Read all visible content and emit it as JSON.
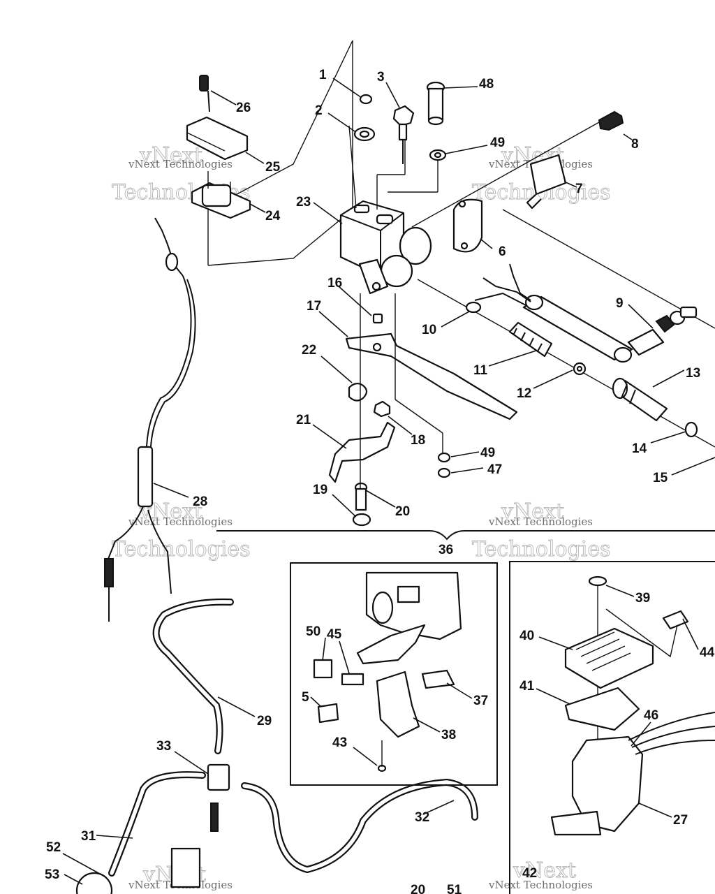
{
  "callouts": [
    "1",
    "2",
    "3",
    "5",
    "6",
    "7",
    "8",
    "9",
    "10",
    "11",
    "12",
    "13",
    "14",
    "15",
    "16",
    "17",
    "18",
    "19",
    "20",
    "21",
    "22",
    "23",
    "24",
    "25",
    "26",
    "27",
    "28",
    "29",
    "31",
    "32",
    "33",
    "36",
    "37",
    "38",
    "39",
    "40",
    "41",
    "42",
    "43",
    "44",
    "45",
    "46",
    "47",
    "48",
    "49",
    "49",
    "50",
    "51",
    "52",
    "53",
    "20"
  ],
  "watermark": {
    "brand": "vNext",
    "company": "vNext Technologies",
    "word": "Technologies"
  }
}
